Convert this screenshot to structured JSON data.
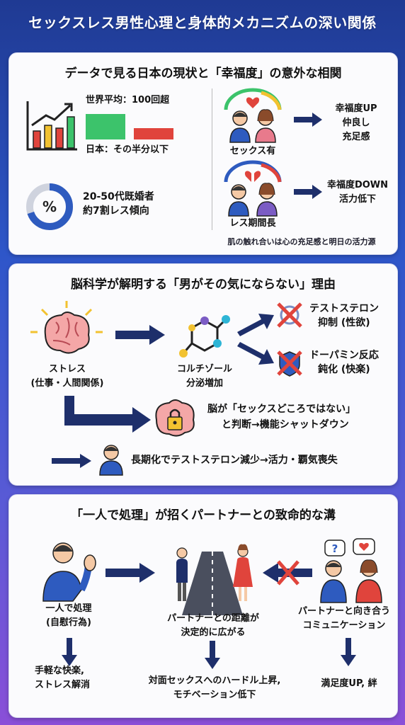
{
  "title": "セックスレス男性心理と身体的メカニズムの深い関係",
  "section1": {
    "heading": "データで見る日本の現状と「幸福度」の意外な相関",
    "world_avg": "世界平均：100回超",
    "japan": "日本：その半分以下",
    "married_line1": "20-50代既婚者",
    "married_line2": "約7割レス傾向",
    "with_sex_label": "セックス有",
    "happy_line1": "幸福度UP",
    "happy_line2": "仲良し",
    "happy_line3": "充足感",
    "sexless_label": "レス期間長",
    "down_line1": "幸福度DOWN",
    "down_line2": "活力低下",
    "footer": "肌の触れ合いは心の充足感と明日の活力源",
    "percent_symbol": "%"
  },
  "section2": {
    "heading": "脳科学が解明する「男がその気にならない」理由",
    "stress_line1": "ストレス",
    "stress_line2": "(仕事・人間関係)",
    "cortisol_line1": "コルチゾール",
    "cortisol_line2": "分泌増加",
    "testo_line1": "テストステロン",
    "testo_line2": "抑制 (性欲)",
    "dopa_line1": "ドーパミン反応",
    "dopa_line2": "鈍化 (快楽)",
    "brain_line1": "脳が「セックスどころではない」",
    "brain_line2": "と判断→機能シャットダウン",
    "longterm": "長期化でテストステロン減少→活力・覇気喪失"
  },
  "section3": {
    "heading": "「一人で処理」が招くパートナーとの致命的な溝",
    "solo_line1": "一人で処理",
    "solo_line2": "(自慰行為)",
    "distance_line1": "パートナーとの距離が",
    "distance_line2": "決定的に広がる",
    "comm_line1": "パートナーと向き合う",
    "comm_line2": "コミュニケーション",
    "easy_line1": "手軽な快楽,",
    "easy_line2": "ストレス解消",
    "hurdle_line1": "対面セックスへのハードル上昇,",
    "hurdle_line2": "モチベーション低下",
    "satisfy": "満足度UP, 絆",
    "question_mark": "?"
  },
  "colors": {
    "navy": "#1e2f6b",
    "red": "#e0443c",
    "green": "#3cc36b",
    "yellow": "#f2c230",
    "pink": "#e87a8c"
  }
}
